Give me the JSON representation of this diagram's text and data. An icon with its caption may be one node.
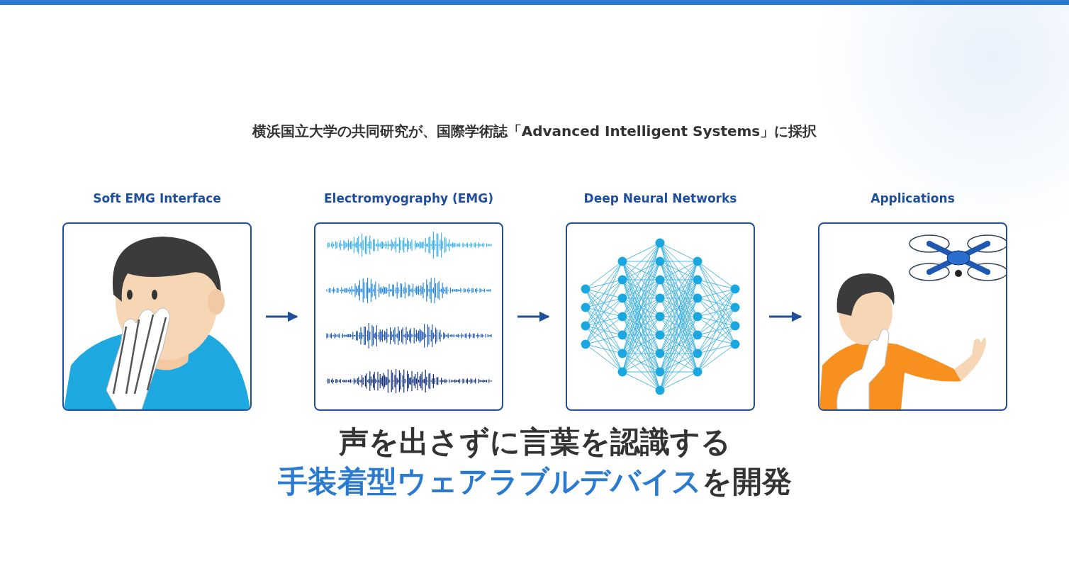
{
  "diagram": {
    "title": "横浜国立大学の共同研究が、国際学術誌「Advanced Intelligent Systems」に採択",
    "caption": "声を出さずに言葉を認識する**手装着型ウェアラブルデバイス**を開発",
    "nodes": [
      {
        "text": [
          "Soft EMG Interface"
        ]
      },
      {
        "text": [
          "Electromyography (EMG)"
        ]
      },
      {
        "text": [
          "Deep Neural Networks"
        ]
      },
      {
        "text": [
          "Applications"
        ]
      }
    ],
    "edges": [
      {
        "from": 0,
        "to": 1,
        "arrow": "to"
      },
      {
        "from": 1,
        "to": 2,
        "arrow": "to"
      },
      {
        "from": 2,
        "to": 3,
        "arrow": "to"
      }
    ]
  }
}
